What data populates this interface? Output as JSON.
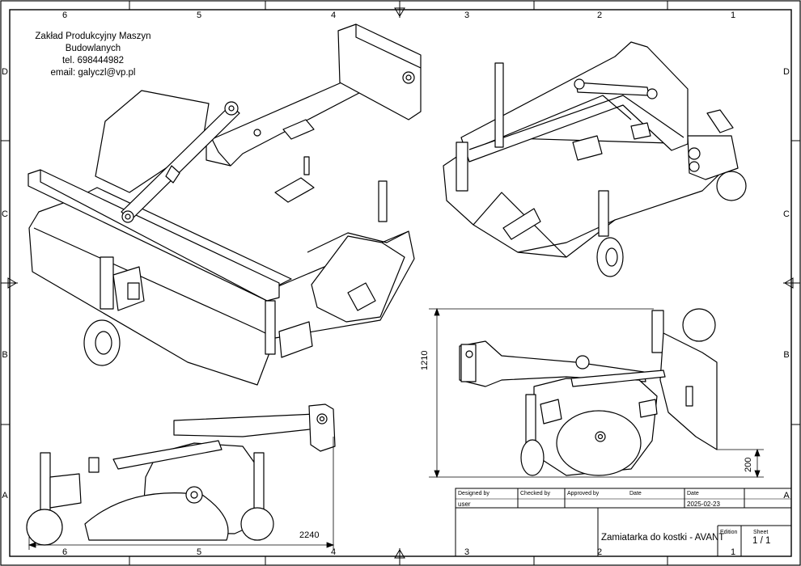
{
  "company": {
    "name_line1": "Zakład Produkcyjny Maszyn",
    "name_line2": "Budowlanych",
    "phone": "tel. 698444982",
    "email": "email: galyczl@vp.pl"
  },
  "zones": {
    "columns": [
      "6",
      "5",
      "4",
      "3",
      "2",
      "1"
    ],
    "rows": [
      "D",
      "C",
      "B",
      "A"
    ]
  },
  "dimensions": {
    "overall_height": "1210",
    "ground_offset": "200",
    "overall_length": "2240"
  },
  "title_block": {
    "designed_by_label": "Designed by",
    "designed_by_value": "user",
    "checked_by_label": "Checked by",
    "approved_by_label": "Approved by",
    "date_label_1": "Date",
    "date_label_2": "Date",
    "date_value": "2025-02-23",
    "title": "Zamiatarka do kostki - AVANT",
    "edition_label": "Edition",
    "sheet_label": "Sheet",
    "sheet_value": "1 / 1"
  }
}
